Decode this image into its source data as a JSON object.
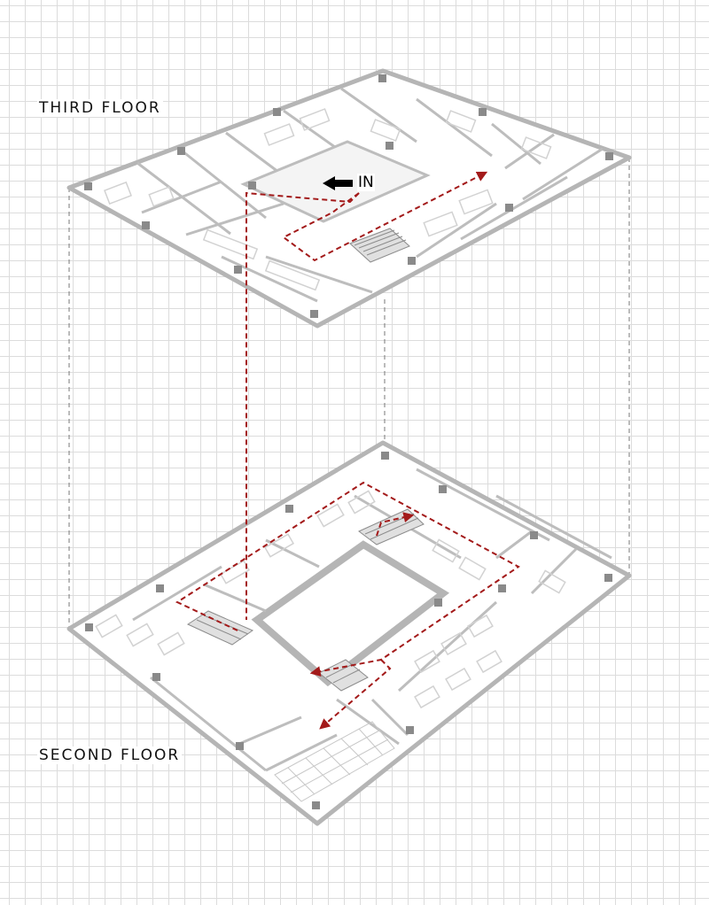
{
  "labels": {
    "third_floor": "THIRD FLOOR",
    "second_floor": "SECOND FLOOR",
    "entry": "IN"
  },
  "colors": {
    "path": "#a31a1a",
    "wall": "#b5b5b5",
    "furniture": "#cfcfcf",
    "column": "#8a8a8a",
    "grid": "#dcdcdc"
  },
  "icons": {
    "entry_arrow": "black-arrow-left-icon"
  }
}
